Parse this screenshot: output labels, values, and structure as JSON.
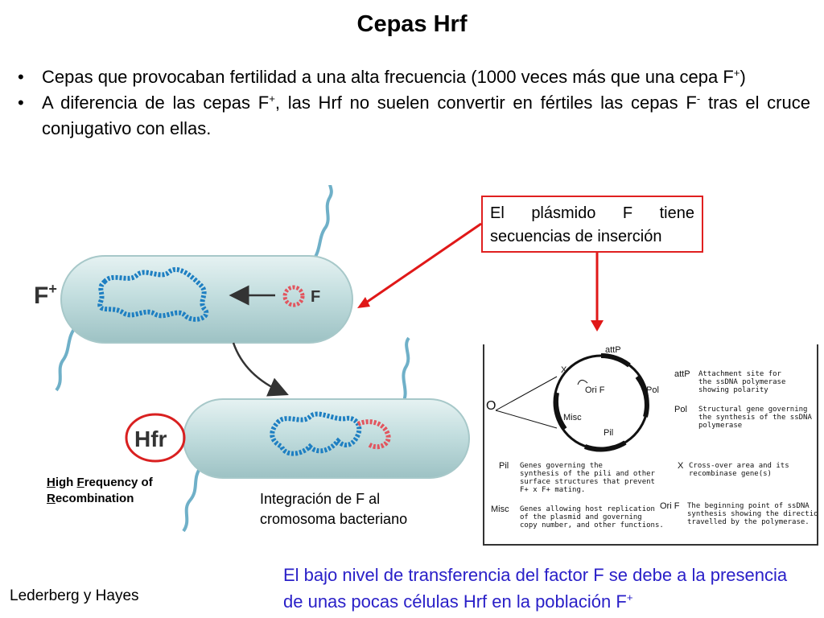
{
  "title": "Cepas Hrf",
  "bullets": [
    {
      "text": "Cepas que provocaban fertilidad a una alta frecuencia (1000 veces más que una cepa F",
      "sup": "+",
      "tail": ")"
    },
    {
      "text_a": "A diferencia de las cepas F",
      "sup_a": "+",
      "text_b": ", las Hrf no suelen convertir en fértiles las cepas F",
      "sup_b": "-",
      "text_c": " tras el cruce conjugativo con ellas."
    }
  ],
  "callout": {
    "line1_words": [
      "El",
      "plásmido",
      "F",
      "tiene"
    ],
    "line2": "secuencias de inserción"
  },
  "diagram": {
    "fplus_label": "F",
    "fplus_sup": "+",
    "f_label": "F",
    "hfr_label": "Hfr",
    "hfr_caption_line1_u": "H",
    "hfr_caption_line1_a": "igh ",
    "hfr_caption_line1_u2": "F",
    "hfr_caption_line1_b": "requency of",
    "hfr_caption_line2_u": "R",
    "hfr_caption_line2_b": "ecombination",
    "integracion_line1": "Integración de F al",
    "integracion_line2": "cromosoma bacteriano",
    "colors": {
      "cell_fill": "#c9e2e3",
      "cell_edge": "#9fc3c4",
      "dna": "#1e7fc2",
      "plasmid": "#e2555e",
      "arrow_red": "#e01818",
      "hfr_circle": "#d92020"
    }
  },
  "plasmid_map": {
    "labels": {
      "attP_top": "attP",
      "x": "X",
      "ori_f": "Ori F",
      "pol": "Pol",
      "misc": "Misc",
      "pil": "Pil",
      "o": "O"
    },
    "legend": [
      {
        "key": "attP",
        "desc": "Attachment site for\nthe ssDNA polymerase\nshowing polarity"
      },
      {
        "key": "Pol",
        "desc": "Structural gene governing\nthe synthesis of the ssDNA\npolymerase"
      },
      {
        "key": "Pil",
        "desc": "Genes governing the\nsynthesis of the pili and other\nsurface structures that prevent\nF+ x F+ mating."
      },
      {
        "key": "X",
        "desc": "Cross-over area and its\nrecombinase gene(s)"
      },
      {
        "key": "Misc",
        "desc": "Genes allowing host replication\nof the plasmid and governing\ncopy number, and other functions."
      },
      {
        "key": "Ori F",
        "desc": "The beginning point of ssDNA\nsynthesis showing the direction\ntravelled by the polymerase."
      }
    ]
  },
  "bottom_note": {
    "text": "El bajo nivel de transferencia del factor F se debe a la presencia de unas pocas células Hrf en la población F",
    "sup": "+"
  },
  "credit": "Lederberg y Hayes"
}
